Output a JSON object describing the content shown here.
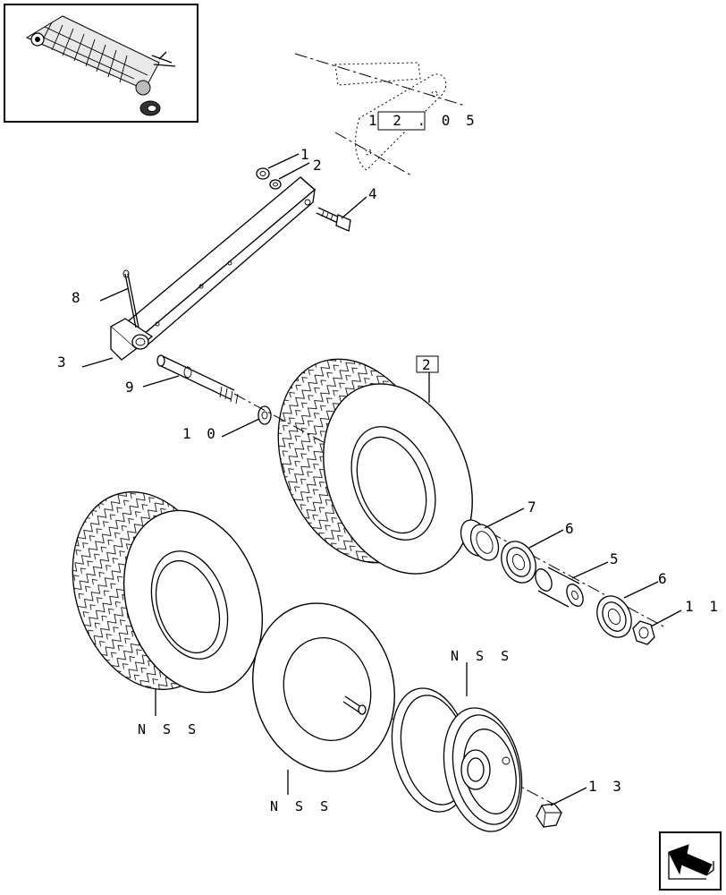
{
  "reference_box": "1 2 . 0 5",
  "item_box": "2",
  "labels": {
    "l1": "1",
    "l2": "2",
    "l3": "3",
    "l4": "4",
    "l5": "5",
    "l6a": "6",
    "l6b": "6",
    "l7": "7",
    "l8": "8",
    "l9": "9",
    "l10": "1 0",
    "l11": "1 1",
    "l13": "1 3",
    "nss_tire": "N S S",
    "nss_tube": "N S S",
    "nss_rim": "N S S"
  },
  "icons": {
    "overview": "machine-overview-thumbnail",
    "nav": "next-page-arrow-icon"
  }
}
